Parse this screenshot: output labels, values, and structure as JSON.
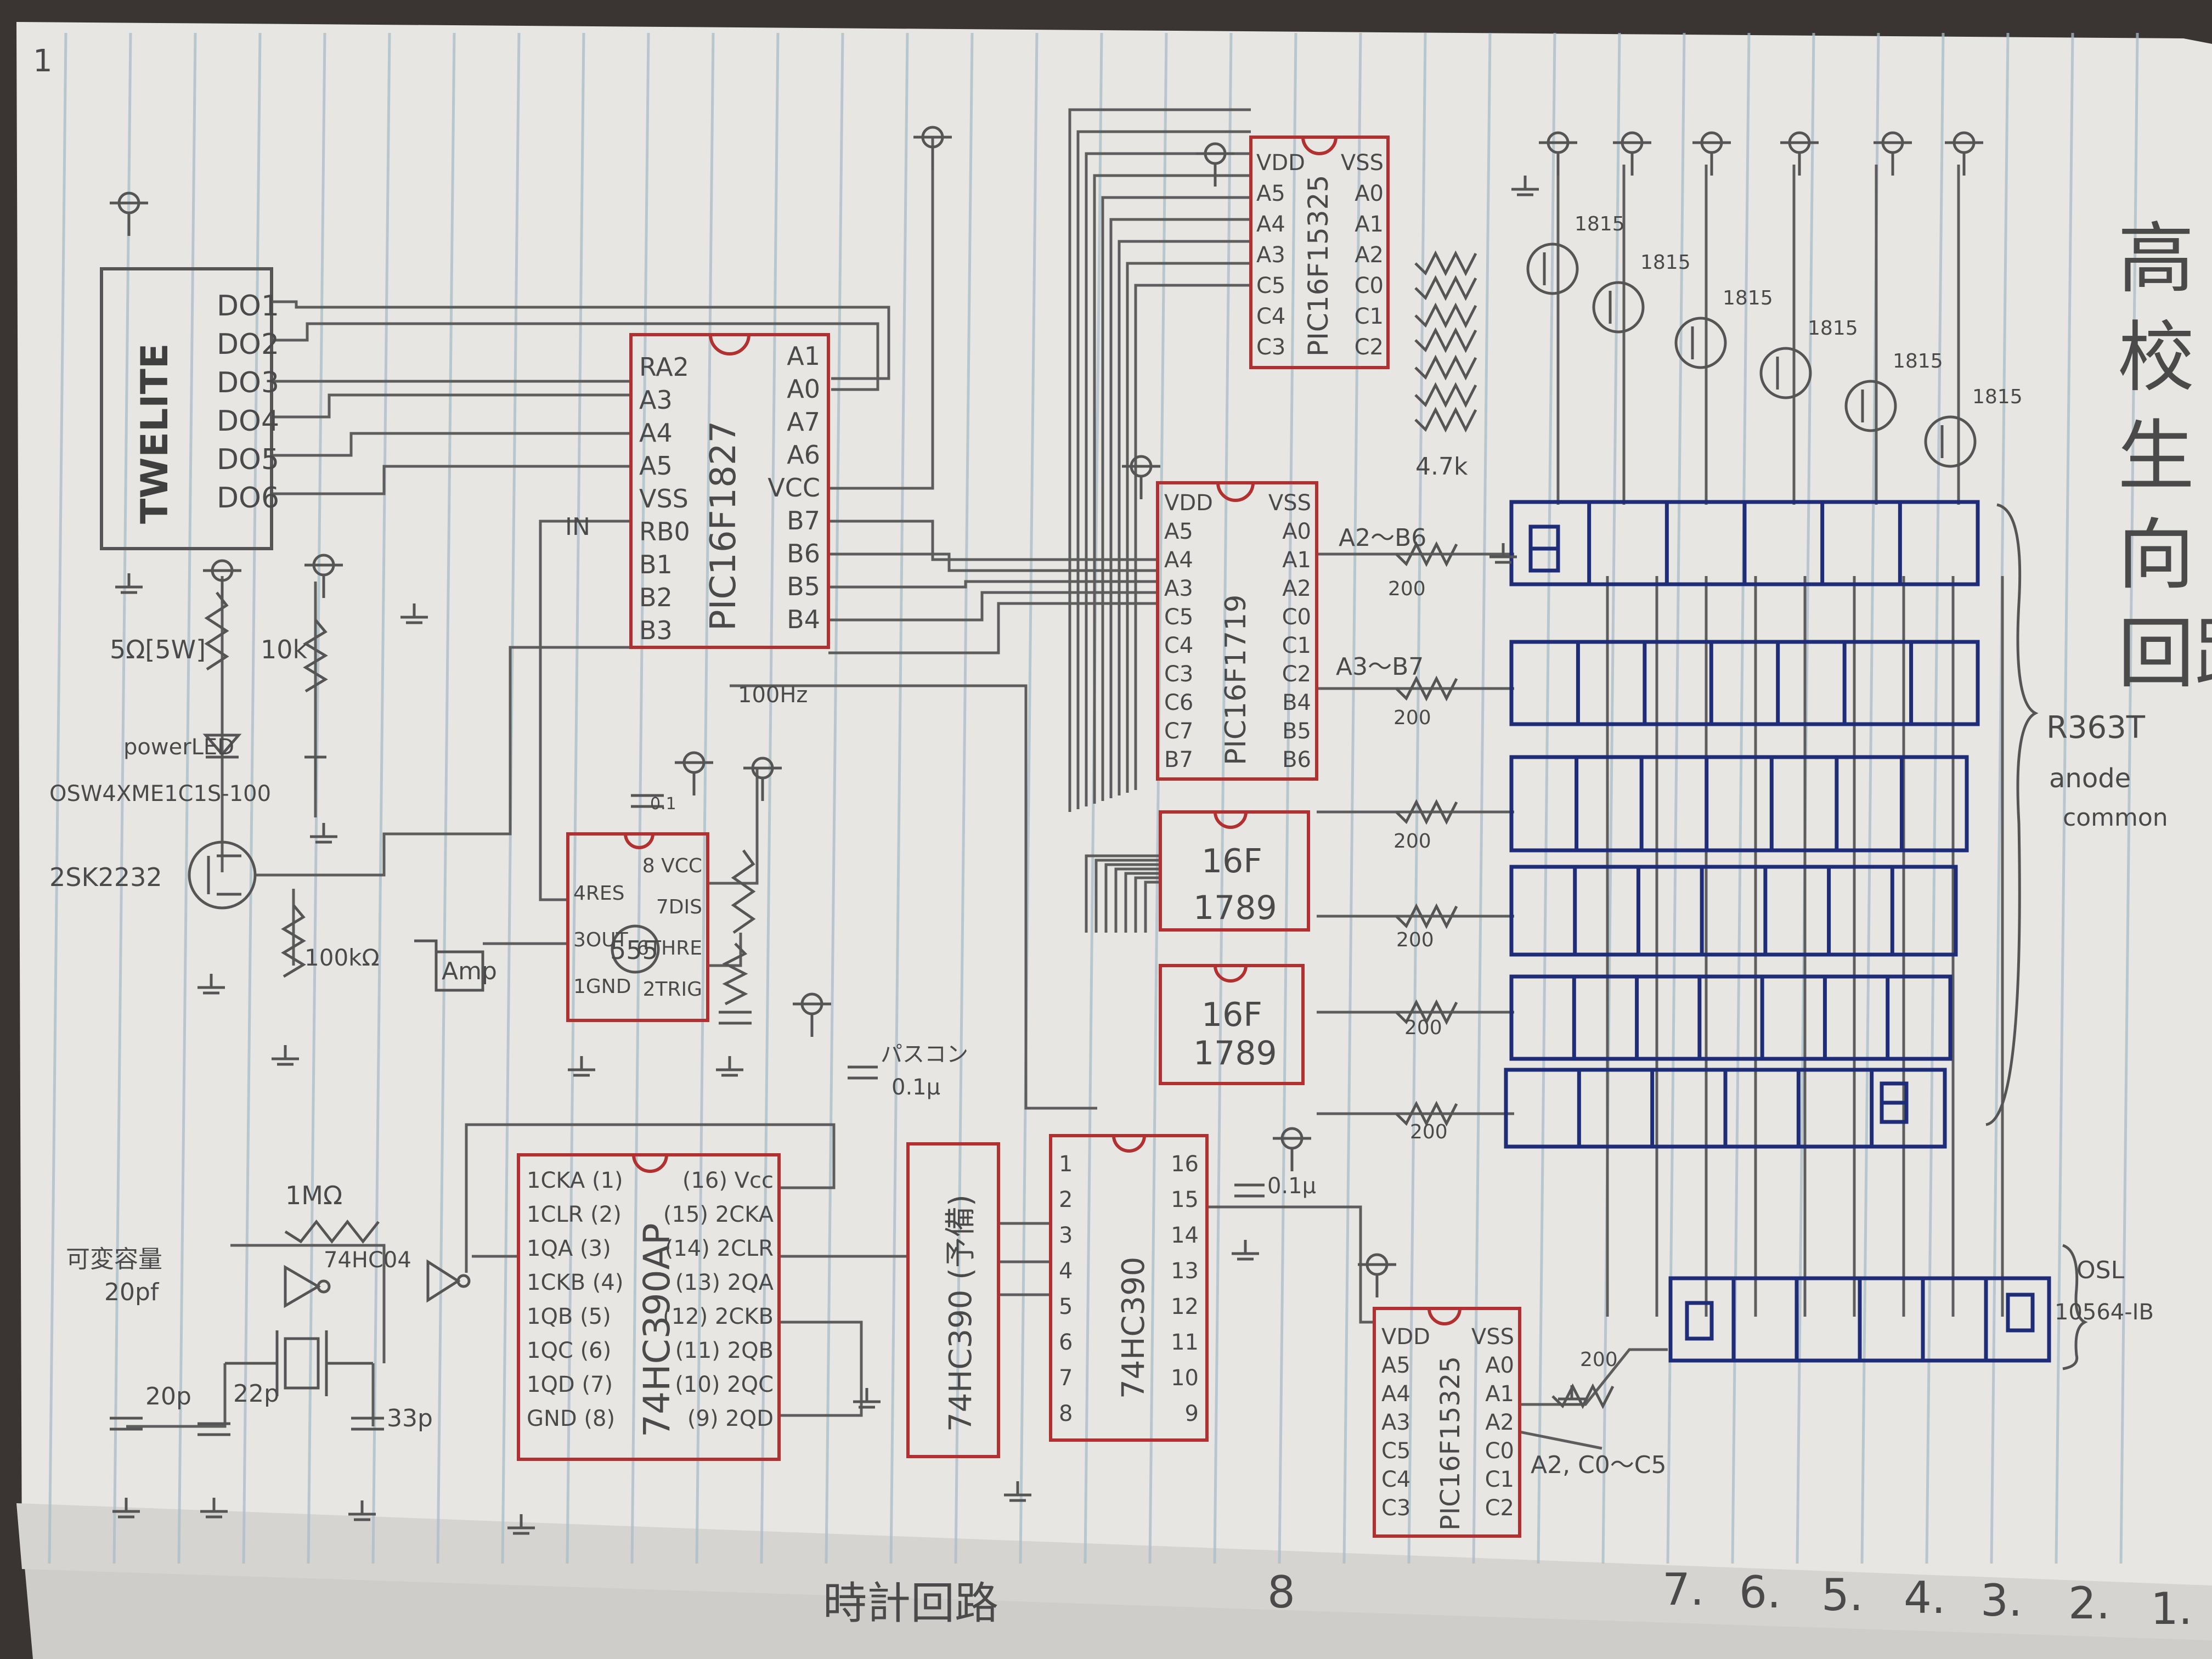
{
  "page": {
    "number": "1"
  },
  "title": {
    "vertical": "高校生向回路図"
  },
  "modules": {
    "twelite": {
      "name": "TWELITE",
      "pins": [
        "DO1",
        "DO2",
        "DO3",
        "DO4",
        "DO5",
        "DO6"
      ]
    }
  },
  "chips": {
    "pic1827": {
      "name": "PIC16F1827",
      "left_pins": [
        "RA2",
        "A3",
        "A4",
        "A5",
        "VSS",
        "RB0",
        "B1",
        "B2",
        "B3"
      ],
      "right_pins": [
        "A1",
        "A0",
        "A7",
        "A6",
        "VCC",
        "B7",
        "B6",
        "B5",
        "B4"
      ]
    },
    "pic15325_top": {
      "name": "PIC16F15325",
      "left_pins": [
        "VDD",
        "A5",
        "A4",
        "A3",
        "C5",
        "C4",
        "C3"
      ],
      "right_pins": [
        "VSS",
        "A0",
        "A1",
        "A2",
        "C0",
        "C1",
        "C2"
      ]
    },
    "pic1719": {
      "name": "PIC16F1719",
      "left_pins": [
        "VDD",
        "A5",
        "A4",
        "A3",
        "C5",
        "C4",
        "C3",
        "C6",
        "C7",
        "B7"
      ],
      "right_pins": [
        "VSS",
        "A0",
        "A1",
        "A2",
        "C0",
        "C1",
        "C2",
        "B4",
        "B5",
        "B6"
      ]
    },
    "pic1789_a": {
      "line1": "16F",
      "line2": "1789"
    },
    "pic1789_b": {
      "line1": "16F",
      "line2": "1789"
    },
    "timer555": {
      "name": "555",
      "left_pins": [
        "4RES",
        "3OUT",
        "1GND"
      ],
      "right_pins": [
        "8 VCC",
        "7DIS",
        "6THRE",
        "2TRIG"
      ]
    },
    "hc390ap": {
      "name": "74HC390AP",
      "left_pins": [
        "1CKA (1)",
        "1CLR (2)",
        "1QA (3)",
        "1CKB (4)",
        "1QB (5)",
        "1QC (6)",
        "1QD (7)",
        "GND (8)"
      ],
      "right_pins": [
        "(16) Vcc",
        "(15) 2CKA",
        "(14) 2CLR",
        "(13) 2QA",
        "(12) 2CKB",
        "(11) 2QB",
        "(10) 2QC",
        "(9) 2QD"
      ]
    },
    "hc390_alt": {
      "name": "74HC390 (予備)"
    },
    "hc390_b": {
      "name": "74HC390",
      "left_pins": [
        "1",
        "2",
        "3",
        "4",
        "5",
        "6",
        "7",
        "8"
      ],
      "right_pins": [
        "16",
        "15",
        "14",
        "13",
        "12",
        "11",
        "10",
        "9"
      ]
    },
    "pic15325_bottom": {
      "name": "PIC16F15325",
      "left_pins": [
        "VDD",
        "A5",
        "A4",
        "A3",
        "C5",
        "C4",
        "C3"
      ],
      "right_pins": [
        "VSS",
        "A0",
        "A1",
        "A2",
        "C0",
        "C1",
        "C2"
      ]
    }
  },
  "labels": {
    "r_52": "5Ω[5W]",
    "power_led": "powerLED",
    "led_part": "OSW4XME1C1S-100",
    "r_10k": "10k",
    "fet": "2SK2232",
    "r_100k": "100kΩ",
    "amp": "Amp",
    "cap_01": "0.1",
    "freq": "100Hz",
    "in": "IN",
    "bypass": "パスコン",
    "bypass_val": "0.1μ",
    "cap_01u": "0.1μ",
    "r_1m": "1MΩ",
    "inv1": "74HC04",
    "trim_cap": "可変容量",
    "trim_val": "20pf",
    "c20": "20p",
    "c22": "22p",
    "c33": "33p",
    "r_47k": "4.7k",
    "tr": "1815",
    "r200": "200",
    "a2b6": "A2〜B6",
    "a3b7": "A3〜B7",
    "a2c0c5": "A2, C0〜C5",
    "display_big": "R363T",
    "anode": "anode",
    "common": "common",
    "display_small": "OSL",
    "display_small_part": "10564-IB"
  },
  "bottom_list": {
    "items": [
      "1.",
      "2.",
      "3.",
      "4.",
      "5.",
      "6.",
      "7.",
      "8"
    ],
    "chars": "時計回路"
  },
  "colors": {
    "paper": "#e8e7e4",
    "rule": "#a9bcc8",
    "ink": "#555555",
    "chip": "#b23030",
    "display": "#1f2d78"
  }
}
